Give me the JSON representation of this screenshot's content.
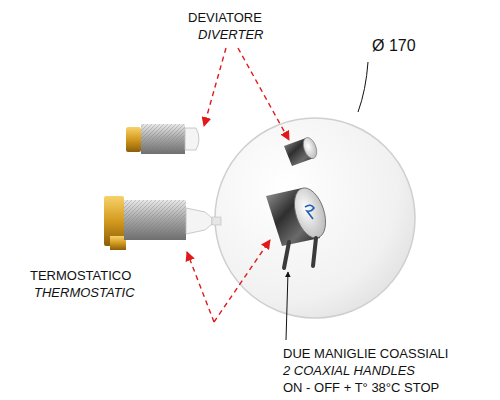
{
  "diagram": {
    "labels": [
      "DEVIATORE",
      "DIVERTER",
      "Ø 170",
      "TERMOSTATICO",
      "THERMOSTATIC",
      "DUE MANIGLIE COASSIALI",
      "2 COAXIAL HANDLES",
      "ON - OFF + T° 38°C STOP"
    ]
  }
}
